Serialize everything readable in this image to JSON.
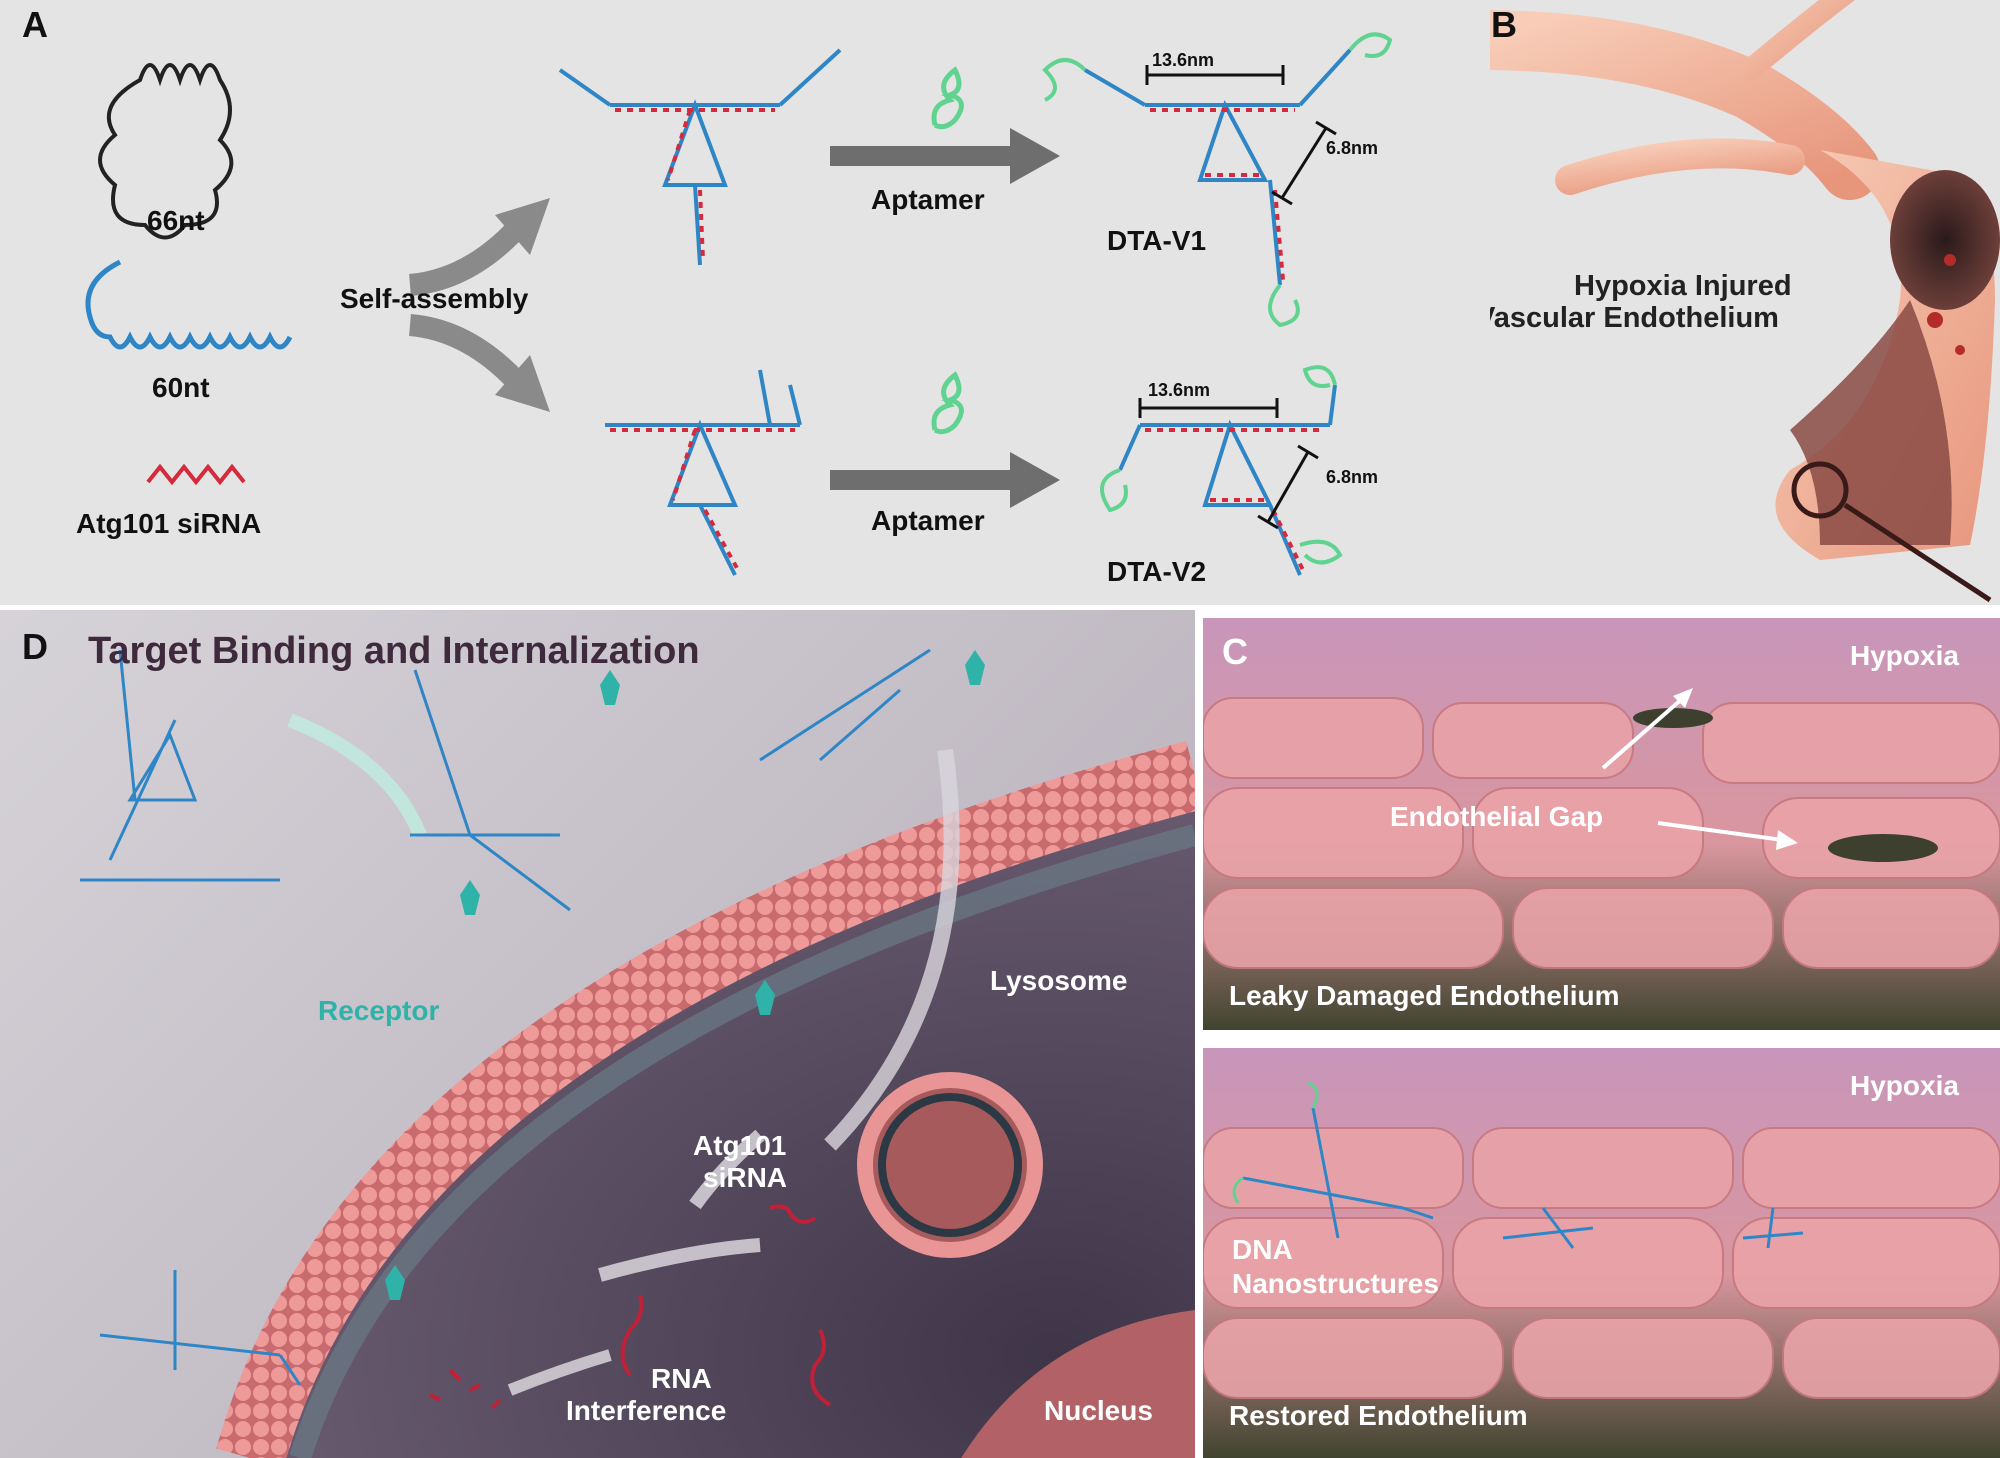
{
  "panel_a": {
    "letter": "A",
    "strand_66": "66nt",
    "strand_60": "60nt",
    "sirna": "Atg101 siRNA",
    "self_assembly": "Self-assembly",
    "aptamer_top": "Aptamer",
    "aptamer_bottom": "Aptamer",
    "v1_name": "DTA-V1",
    "v2_name": "DTA-V2",
    "v1_width": "13.6nm",
    "v1_height": "6.8nm",
    "v2_width": "13.6nm",
    "v2_height": "6.8nm"
  },
  "panel_b": {
    "letter": "B",
    "label_line1": "Hypoxia Injured",
    "label_line2": "Vascular Endothelium"
  },
  "panel_c": {
    "letter": "C",
    "top_condition": "Hypoxia",
    "gap_label": "Endothelial Gap",
    "top_caption": "Leaky Damaged Endothelium",
    "bottom_condition": "Hypoxia",
    "nano_line1": "DNA",
    "nano_line2": "Nanostructures",
    "bottom_caption": "Restored Endothelium"
  },
  "panel_d": {
    "letter": "D",
    "title": "Target Binding and Internalization",
    "receptor": "Receptor",
    "lysosome": "Lysosome",
    "sirna_line1": "Atg101",
    "sirna_line2": "siRNA",
    "rnai_line1": "RNA",
    "rnai_line2": "Interference",
    "nucleus": "Nucleus"
  },
  "colors": {
    "dna_blue": "#2f86c6",
    "sirna_red": "#d42a3c",
    "aptamer_green": "#5fd38f",
    "receptor_teal": "#2fb3a8",
    "membrane_pink": "#e58a8c",
    "vessel_peach": "#f2b49a"
  }
}
